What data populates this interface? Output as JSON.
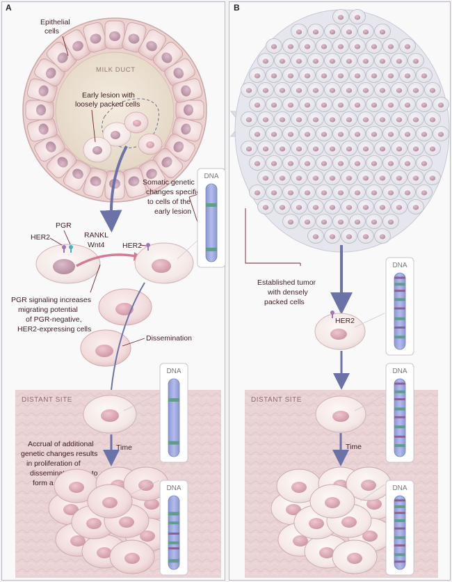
{
  "panels": {
    "a": "A",
    "b": "B"
  },
  "duct": {
    "epithelial": [
      "Epithelial",
      "cells"
    ],
    "milk_duct": "MILK DUCT",
    "lesion": [
      "Early lesion with",
      "loosely packed cells"
    ]
  },
  "somatic": [
    "Somatic genetic",
    "changes specific",
    "to cells of the",
    "early lesion"
  ],
  "labels": {
    "pgr": "PGR",
    "her2": "HER2",
    "her2_arrow": "HER2",
    "ligands": [
      "RANKL",
      "Wnt4"
    ],
    "pgr_signal": [
      "PGR signaling increases",
      "migrating potential",
      "of PGR-negative,",
      "HER2-expressing cells"
    ],
    "dissemination": "Dissemination",
    "time": "Time",
    "accrual": [
      "Accrual of additional",
      "genetic changes results",
      "in proliferation of",
      "disseminated cells to",
      "form a metastasis"
    ],
    "established": [
      "Established tumor",
      "with densely",
      "packed cells"
    ],
    "distant_site": "DISTANT SITE",
    "dna": "DNA"
  },
  "colors": {
    "cell": "#f1dddd",
    "nucleus": "#c49cab",
    "tumor_cell": "#e4e4ea",
    "chromosome": "#9ea8dc",
    "band_green": "#5f9d8a",
    "band_purple": "#8a5f92",
    "distant_bg": "#ead3d5",
    "arrow": "#6a72a8",
    "signal_arrow": "#d47a94"
  }
}
